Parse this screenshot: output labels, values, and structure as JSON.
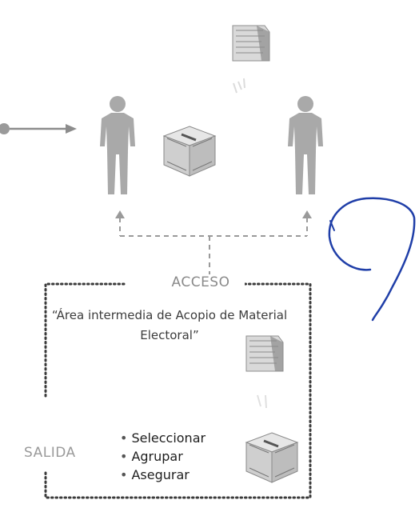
{
  "box": {
    "access_label": "ACCESO",
    "area_title": "“Área intermedia de Acopio de Material Electoral”",
    "exit_label": "SALIDA",
    "actions": [
      "Seleccionar",
      "Agrupar",
      "Asegurar"
    ]
  },
  "colors": {
    "person": "#a9a9a9",
    "dashed": "#9a9a9a",
    "arrow": "#8c8c8c",
    "box_border": "#3a3a3a",
    "signature": "#1f3ea8"
  },
  "icons": [
    "document-stack-icon",
    "person-icon",
    "ballot-box-icon",
    "arrow-icon",
    "signature-mark"
  ]
}
